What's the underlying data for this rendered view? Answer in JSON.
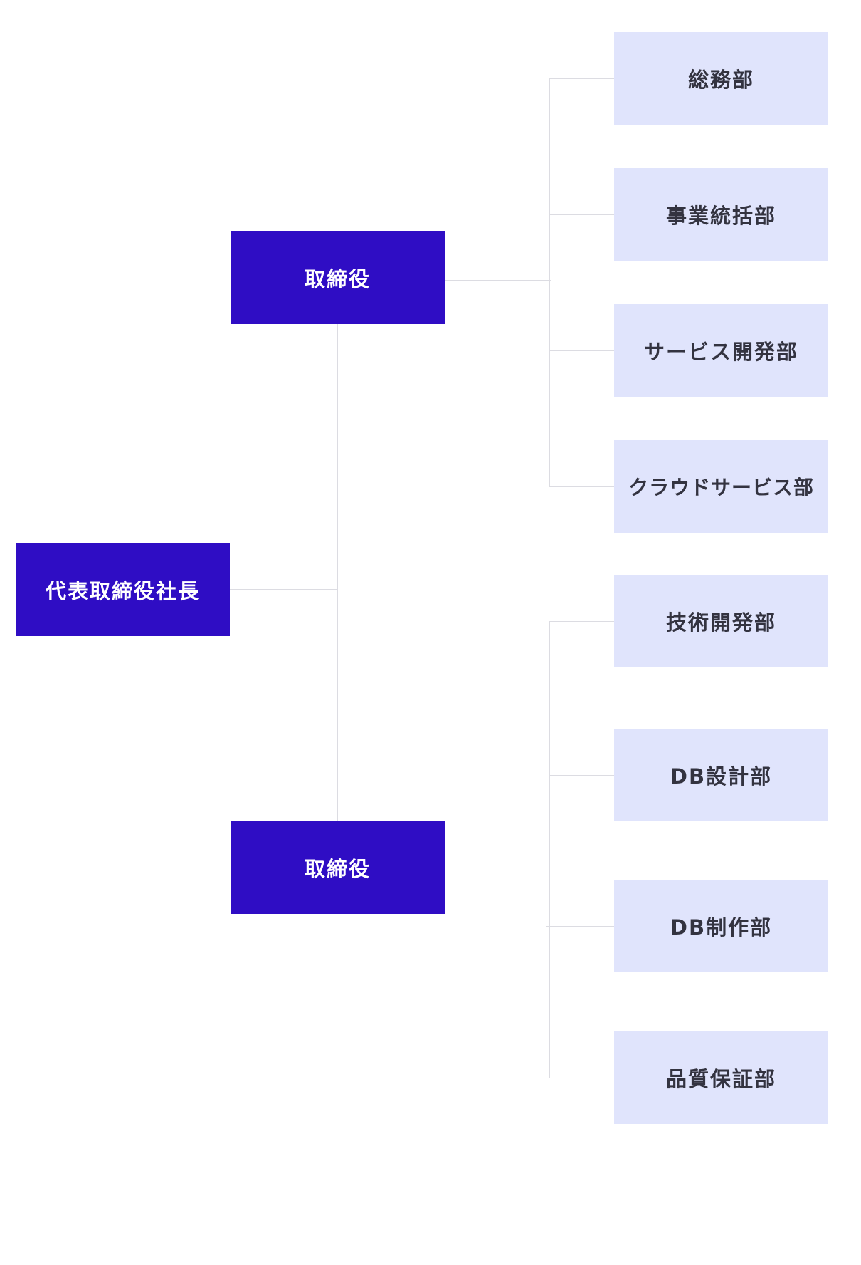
{
  "colors": {
    "executive_fill": "#2f0dc4",
    "executive_text": "#ffffff",
    "department_fill": "#e0e4fc",
    "department_text": "#333340",
    "connector": "#dcdce2"
  },
  "president": {
    "label": "代表取締役社長"
  },
  "directors": [
    {
      "label": "取締役",
      "departments": [
        {
          "label": "総務部"
        },
        {
          "label": "事業統括部"
        },
        {
          "label": "サービス開発部"
        },
        {
          "label": "クラウドサービス部"
        }
      ]
    },
    {
      "label": "取締役",
      "departments": [
        {
          "label": "技術開発部"
        },
        {
          "label": "DB設計部"
        },
        {
          "label": "DB制作部"
        },
        {
          "label": "品質保証部"
        }
      ]
    }
  ]
}
